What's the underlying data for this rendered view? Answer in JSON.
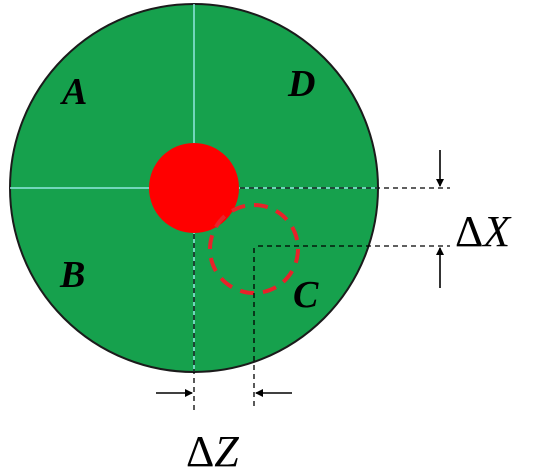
{
  "diagram": {
    "quadrants": {
      "a": "A",
      "b": "B",
      "c": "C",
      "d": "D"
    },
    "delta_x": {
      "symbol": "Δ",
      "variable": "X"
    },
    "delta_z": {
      "symbol": "Δ",
      "variable": "Z"
    },
    "colors": {
      "disk": "#16a14d",
      "disk_outline": "#1b1b1b",
      "crosshair": "#8fe8e0",
      "spot": "#ff0000",
      "displaced_spot_outline": "#e8222a",
      "dimension_lines": "#000000"
    }
  }
}
